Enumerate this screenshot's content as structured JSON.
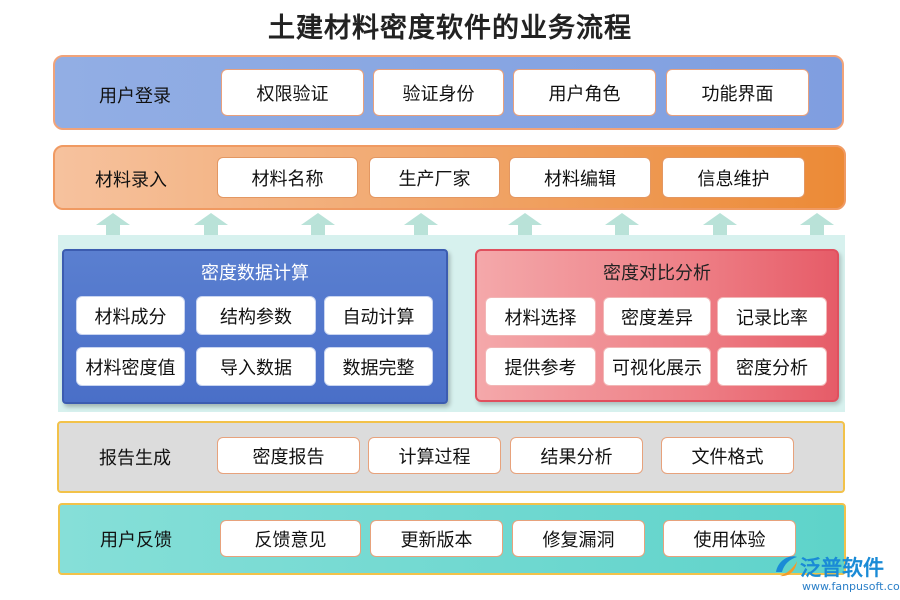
{
  "title": "土建材料密度软件的业务流程",
  "login": {
    "label": "用户登录",
    "items": [
      "权限验证",
      "验证身份",
      "用户角色",
      "功能界面"
    ]
  },
  "input": {
    "label": "材料录入",
    "items": [
      "材料名称",
      "生产厂家",
      "材料编辑",
      "信息维护"
    ]
  },
  "calc": {
    "title": "密度数据计算",
    "items": [
      "材料成分",
      "结构参数",
      "自动计算",
      "材料密度值",
      "导入数据",
      "数据完整"
    ]
  },
  "compare": {
    "title": "密度对比分析",
    "items": [
      "材料选择",
      "密度差异",
      "记录比率",
      "提供参考",
      "可视化展示",
      "密度分析"
    ]
  },
  "report": {
    "label": "报告生成",
    "items": [
      "密度报告",
      "计算过程",
      "结果分析",
      "文件格式"
    ]
  },
  "feedback": {
    "label": "用户反馈",
    "items": [
      "反馈意见",
      "更新版本",
      "修复漏洞",
      "使用体验"
    ]
  },
  "logo": {
    "name": "泛普软件",
    "url": "www.fanpusoft.com"
  },
  "colors": {
    "login_band": "#8aa8e2",
    "input_band": "#f0a060",
    "calc_panel": "#4a6fc8",
    "compare_panel": "#ee7f86",
    "report_band": "#dcdcdc",
    "feedback_band": "#6fd8cf",
    "arrow": "#b9e2d8"
  }
}
